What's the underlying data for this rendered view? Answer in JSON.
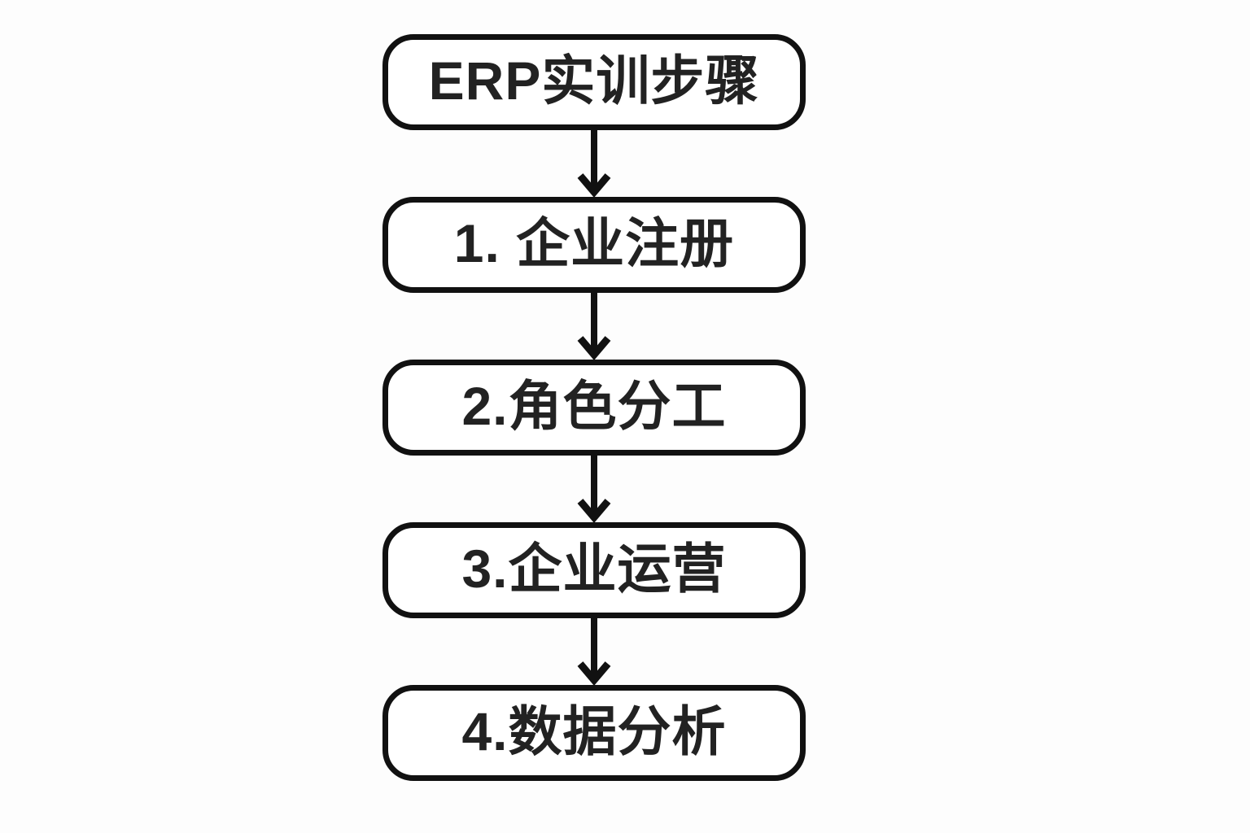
{
  "diagram": {
    "title": "ERP实训步骤",
    "steps": [
      {
        "label": "1. 企业注册"
      },
      {
        "label": "2.角色分工"
      },
      {
        "label": "3.企业运营"
      },
      {
        "label": "4.数据分析"
      }
    ]
  },
  "colors": {
    "background": "#fdfdfd",
    "node_fill": "#ffffff",
    "node_border": "#111111",
    "text": "#222222",
    "arrow": "#111111"
  }
}
